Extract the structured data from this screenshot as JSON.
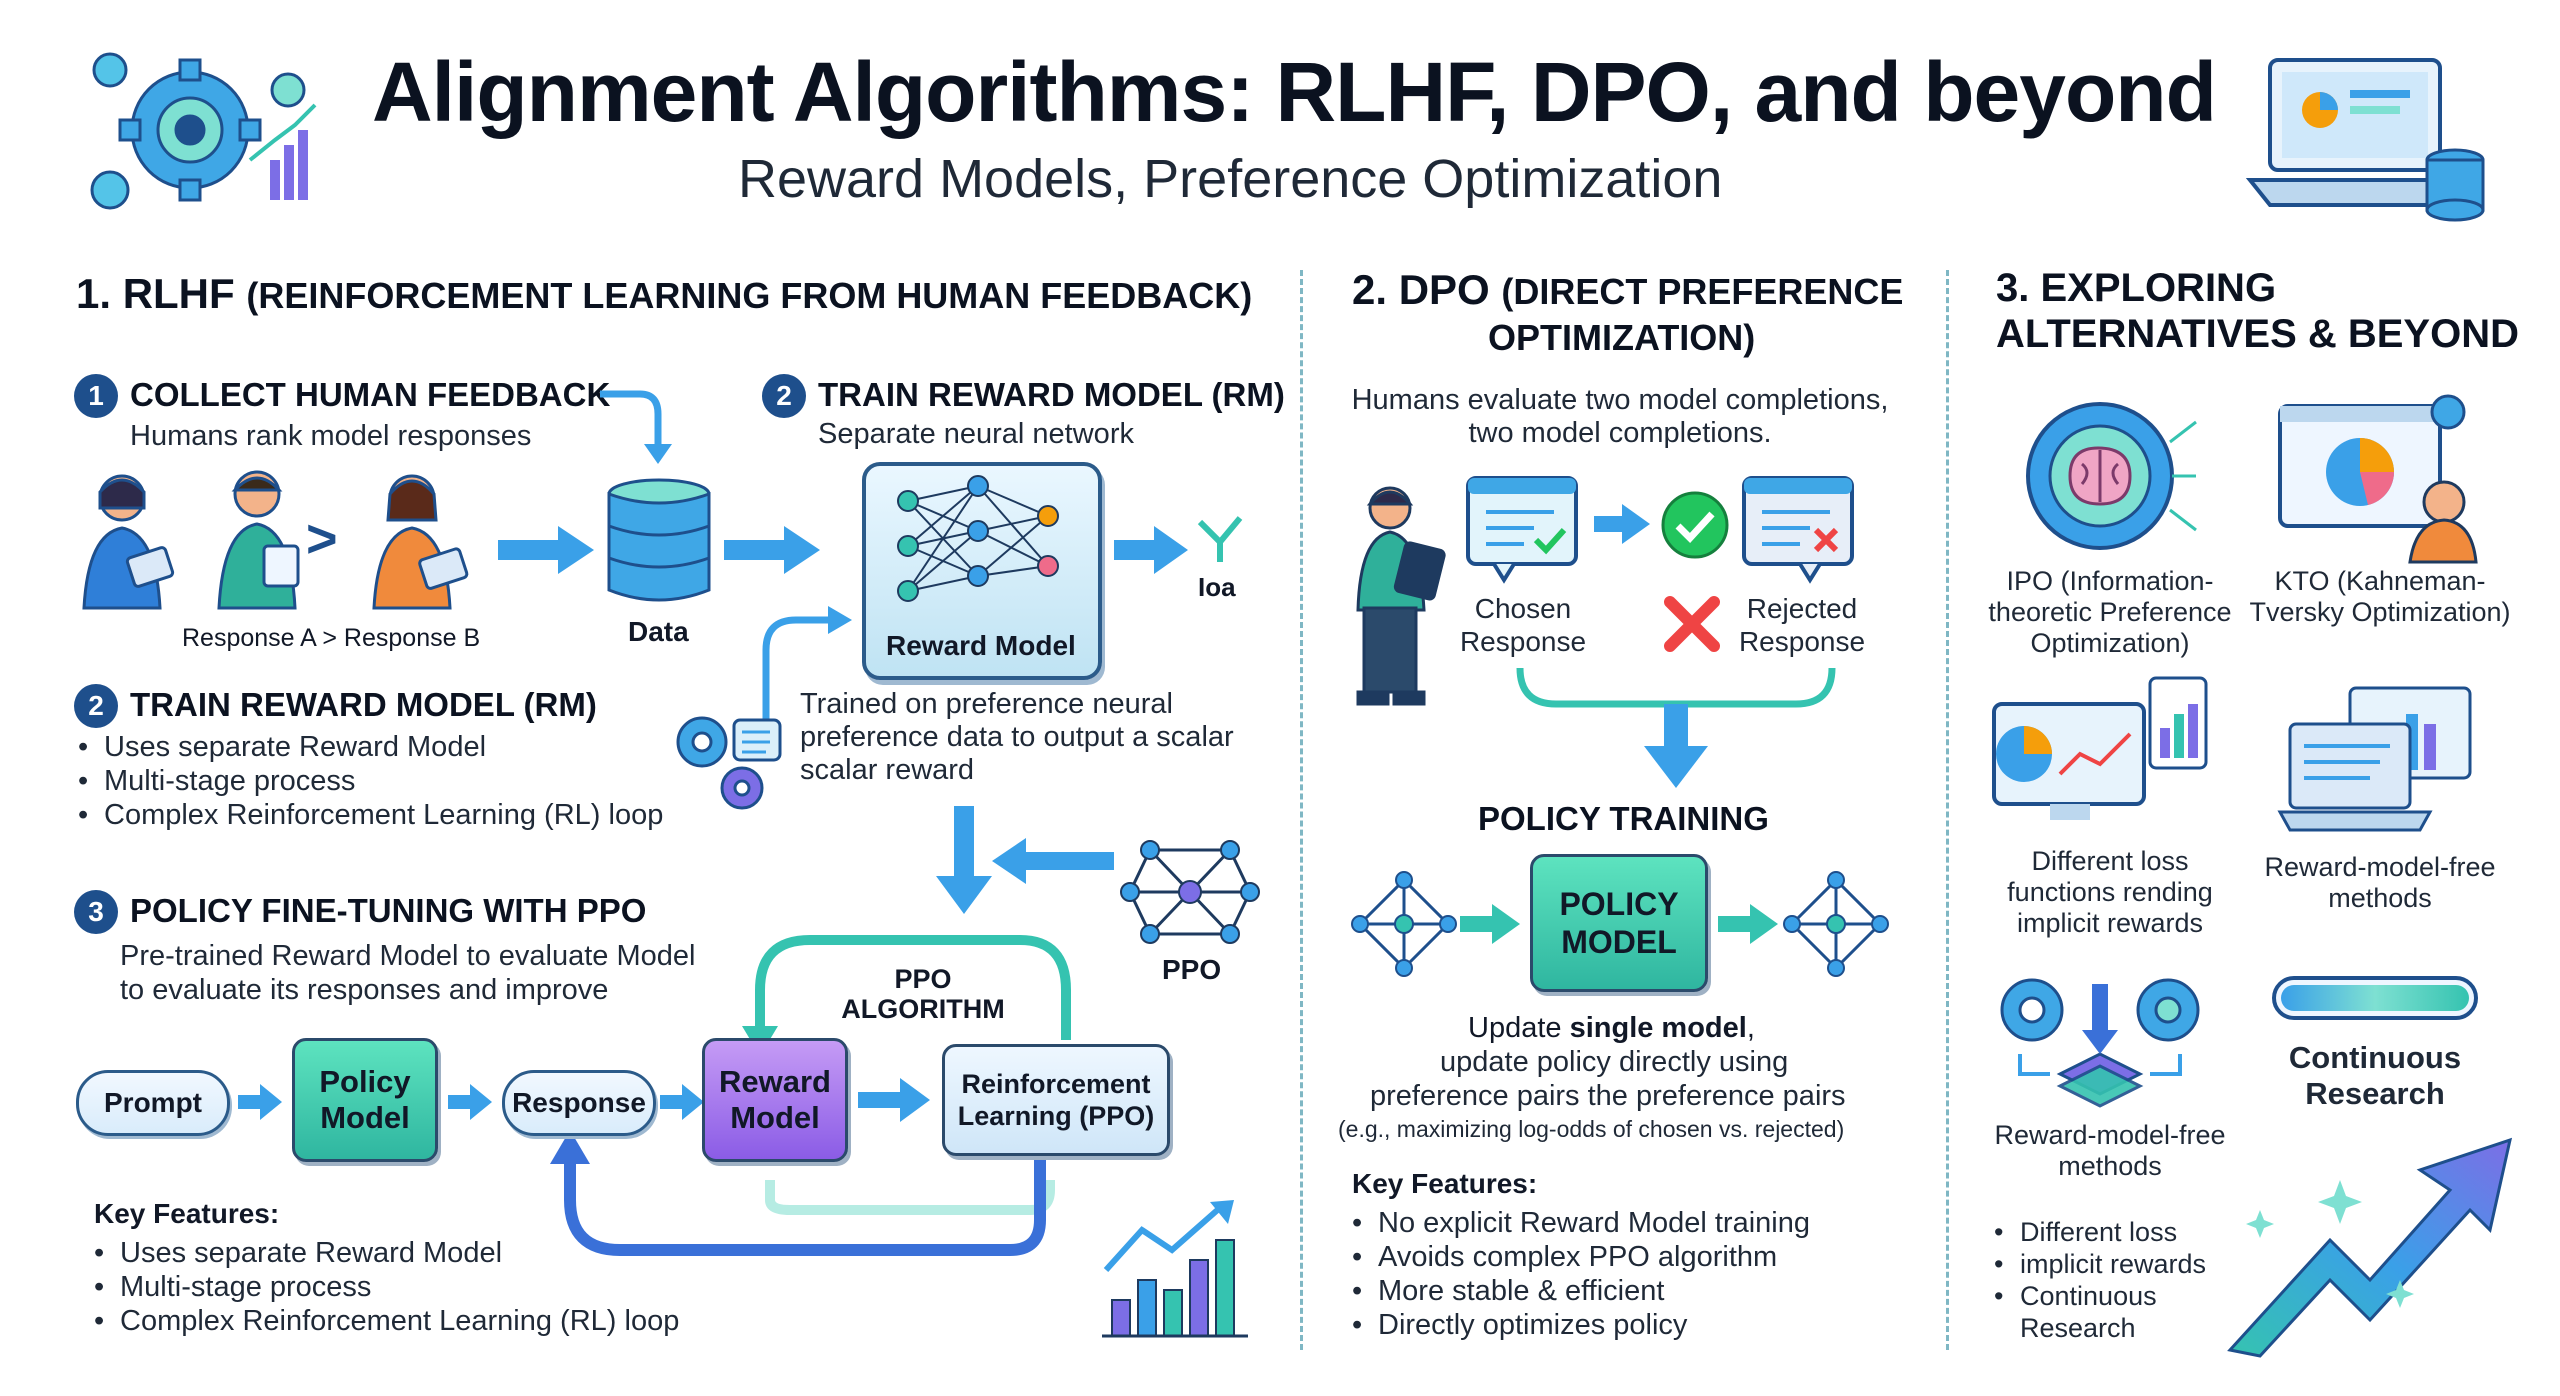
{
  "header": {
    "title": "Alignment Algorithms: RLHF, DPO, and beyond",
    "subtitle": "Reward Models, Preference Optimization"
  },
  "rlhf": {
    "heading_main": "1. RLHF",
    "heading_rest": "(REINFORCEMENT LEARNING FROM HUMAN FEEDBACK)",
    "step1": {
      "number": "1",
      "title": "COLLECT HUMAN FEEDBACK",
      "desc": "Humans rank model responses",
      "compare": ">",
      "caption": "Response A > Response B",
      "data_label": "Data"
    },
    "step2_top": {
      "number": "2",
      "title": "TRAIN REWARD MODEL (RM)",
      "desc": "Separate neural network",
      "rm_label": "Reward Model",
      "out_label": "Ioa",
      "trained_text": "Trained on preference neural preference data to output a scalar scalar reward"
    },
    "step2": {
      "number": "2",
      "title": "TRAIN REWARD MODEL (RM)",
      "bullets": [
        "Uses separate Reward Model",
        "Multi-stage process",
        "Complex Reinforcement Learning (RL) loop"
      ]
    },
    "step3": {
      "number": "3",
      "title": "POLICY FINE-TUNING WITH PPO",
      "desc1": "Pre-trained Reward Model to evaluate Model",
      "desc2": "to evaluate its responses and improve",
      "ppo_algo": "PPO ALGORITHM",
      "ppo_label": "PPO",
      "flow": {
        "prompt": "Prompt",
        "policy": "Policy Model",
        "response": "Response",
        "reward": "Reward Model",
        "rl": "Reinforcement Learning (PPO)"
      }
    },
    "key_features": {
      "title": "Key Features:",
      "bullets": [
        "Uses separate Reward Model",
        "Multi-stage process",
        "Complex Reinforcement Learning (RL) loop"
      ]
    }
  },
  "dpo": {
    "heading": "2. DPO",
    "heading_rest1": "(DIRECT PREFERENCE",
    "heading_rest2": "OPTIMIZATION)",
    "desc": "Humans evaluate two model completions, two model completions.",
    "chosen": "Chosen Response",
    "rejected": "Rejected Response",
    "policy_training": "POLICY TRAINING",
    "policy_model": "POLICY MODEL",
    "update_pre": "Update ",
    "update_bold": "single model",
    "update_post": ",",
    "update_line2": "update policy directly using",
    "update_line3": "preference pairs the preference pairs",
    "update_note": "(e.g., maximizing log-odds of chosen vs. rejected)",
    "key_features": {
      "title": "Key Features:",
      "bullets": [
        "No explicit Reward Model training",
        "Avoids complex PPO algorithm",
        "More stable & efficient",
        "Directly optimizes policy"
      ]
    }
  },
  "beyond": {
    "heading1": "3. EXPLORING",
    "heading2": "ALTERNATIVES & BEYOND",
    "ipo": "IPO (Information-theoretic Preference Optimization)",
    "kto": "KTO (Kahneman-Tversky Optimization)",
    "loss": "Different loss functions rending implicit rewards",
    "rmfree1": "Reward-model-free methods",
    "continuous": "Continuous Research",
    "rmfree2": "Reward-model-free methods",
    "bullets": [
      "Different loss",
      "implicit rewards",
      "Continuous",
      "Research"
    ]
  },
  "colors": {
    "navy": "#1e4f8c",
    "teal": "#35c3b0",
    "blue": "#3aa0e8",
    "purple": "#9b6ce6",
    "green": "#22c55e",
    "red": "#ef4444"
  }
}
